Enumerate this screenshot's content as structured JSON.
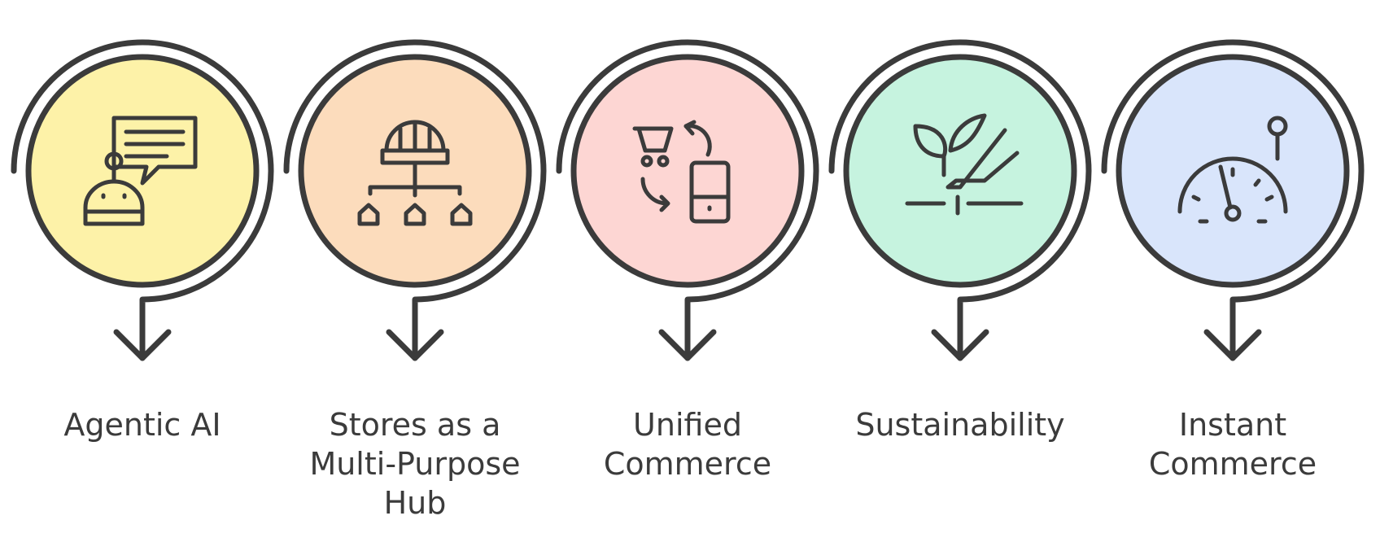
{
  "stages": [
    {
      "label": "Agentic AI",
      "color": "#fdf2a8",
      "icon": "robot-chat-icon"
    },
    {
      "label": "Stores as a\nMulti-Purpose\nHub",
      "color": "#fcdcbc",
      "icon": "store-hub-icon"
    },
    {
      "label": "Unified\nCommerce",
      "color": "#fdd6d3",
      "icon": "cart-phone-icon"
    },
    {
      "label": "Sustainability",
      "color": "#c6f3df",
      "icon": "plant-hand-icon"
    },
    {
      "label": "Instant\nCommerce",
      "color": "#d9e5fb",
      "icon": "speedometer-icon"
    }
  ]
}
